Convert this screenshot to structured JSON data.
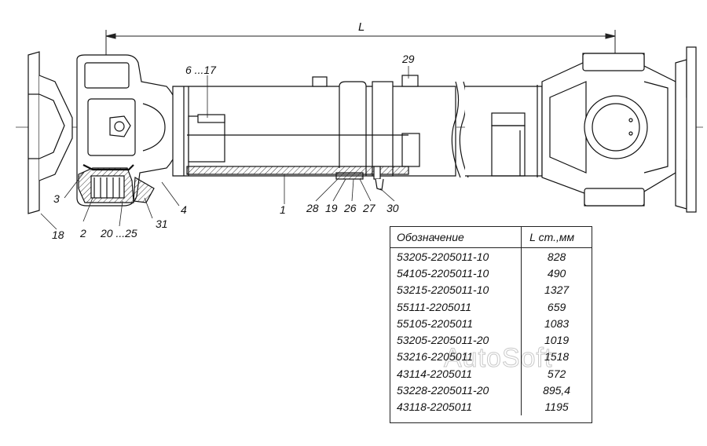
{
  "diagram": {
    "dimension_label": "L",
    "callouts": {
      "c1": "1",
      "c2": "2",
      "c3": "3",
      "c4": "4",
      "c6_17": "6 ...17",
      "c18": "18",
      "c19": "19",
      "c20_25": "20 ...25",
      "c26": "26",
      "c27": "27",
      "c28": "28",
      "c29": "29",
      "c30": "30",
      "c31": "31"
    },
    "watermark": "AutoSoft"
  },
  "table": {
    "headers": {
      "designation": "Обозначение",
      "length": "L ст.,мм"
    },
    "rows": [
      {
        "designation": "53205-2205011-10",
        "length": "828"
      },
      {
        "designation": "54105-2205011-10",
        "length": "490"
      },
      {
        "designation": "53215-2205011-10",
        "length": "1327"
      },
      {
        "designation": "55111-2205011",
        "length": "659"
      },
      {
        "designation": "55105-2205011",
        "length": "1083"
      },
      {
        "designation": "53205-2205011-20",
        "length": "1019"
      },
      {
        "designation": "53216-2205011",
        "length": "1518"
      },
      {
        "designation": "43114-2205011",
        "length": "572"
      },
      {
        "designation": "53228-2205011-20",
        "length": "895,4"
      },
      {
        "designation": "43118-2205011",
        "length": "1195"
      }
    ]
  }
}
